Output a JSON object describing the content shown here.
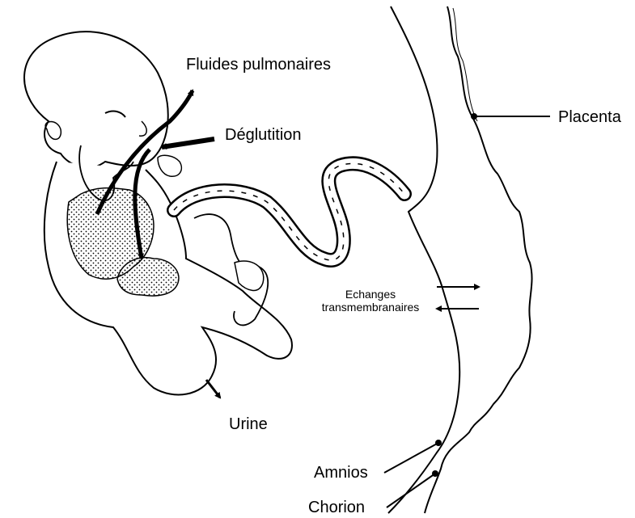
{
  "labels": {
    "pulmonary_fluids": "Fluides pulmonaires",
    "swallowing": "Déglutition",
    "placenta": "Placenta",
    "exchanges_line1": "Echanges",
    "exchanges_line2": "transmembranaires",
    "urine": "Urine",
    "amnios": "Amnios",
    "chorion": "Chorion"
  },
  "colors": {
    "ink": "#000000",
    "background": "#ffffff"
  }
}
